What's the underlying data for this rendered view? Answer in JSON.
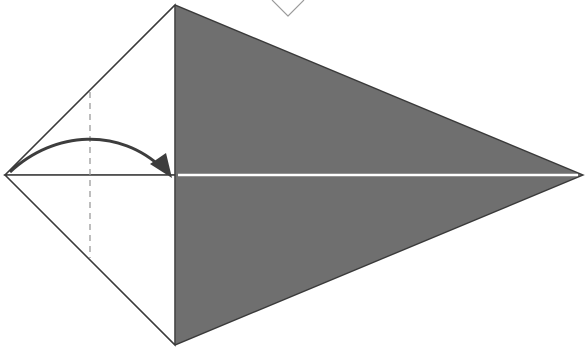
{
  "diagram": {
    "type": "origami-fold-step",
    "colors": {
      "paper_front": "#ffffff",
      "paper_back": "#6f6f6f",
      "outline": "#3a3a3a",
      "valley_fold_line": "#9a9a9a",
      "arrow": "#3d3d3d",
      "center_crease": "#ffffff"
    },
    "folds": [
      {
        "kind": "valley-fold",
        "line_style": "dashed"
      }
    ],
    "arrows": [
      {
        "kind": "fold-direction",
        "direction": "left-to-center"
      }
    ]
  }
}
